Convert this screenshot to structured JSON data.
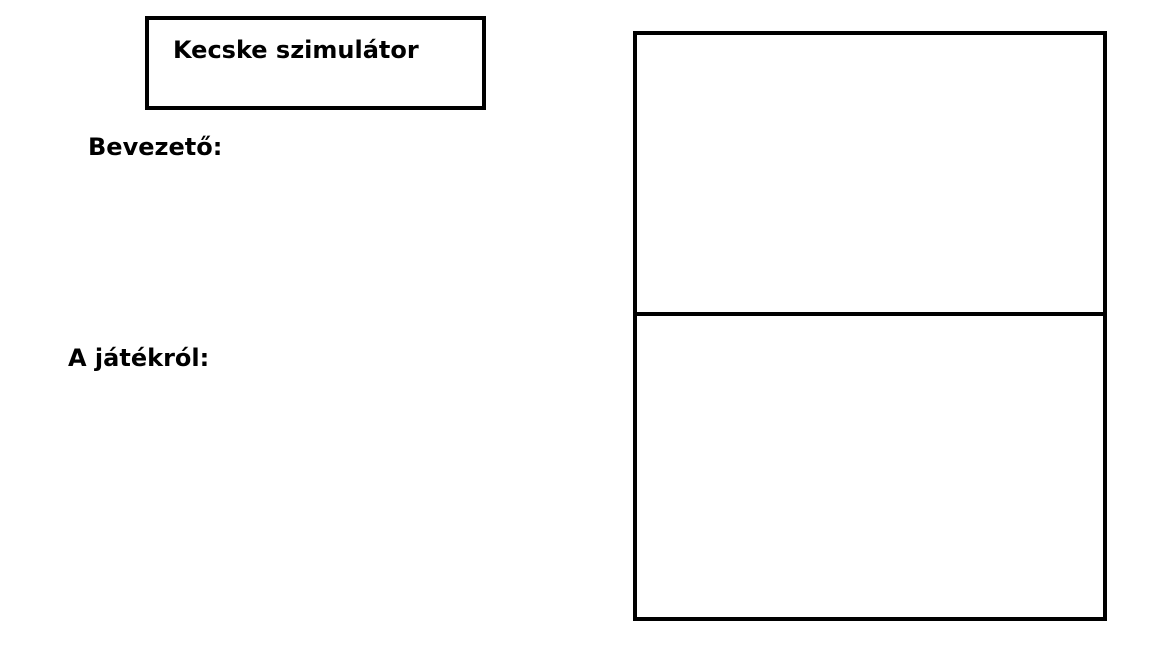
{
  "header": {
    "title": "Kecske szimulátor"
  },
  "sections": {
    "intro_label": "Bevezető:",
    "about_label": "A játékról:"
  },
  "colors": {
    "background": "#ffffff",
    "stroke": "#000000",
    "text": "#000000"
  }
}
